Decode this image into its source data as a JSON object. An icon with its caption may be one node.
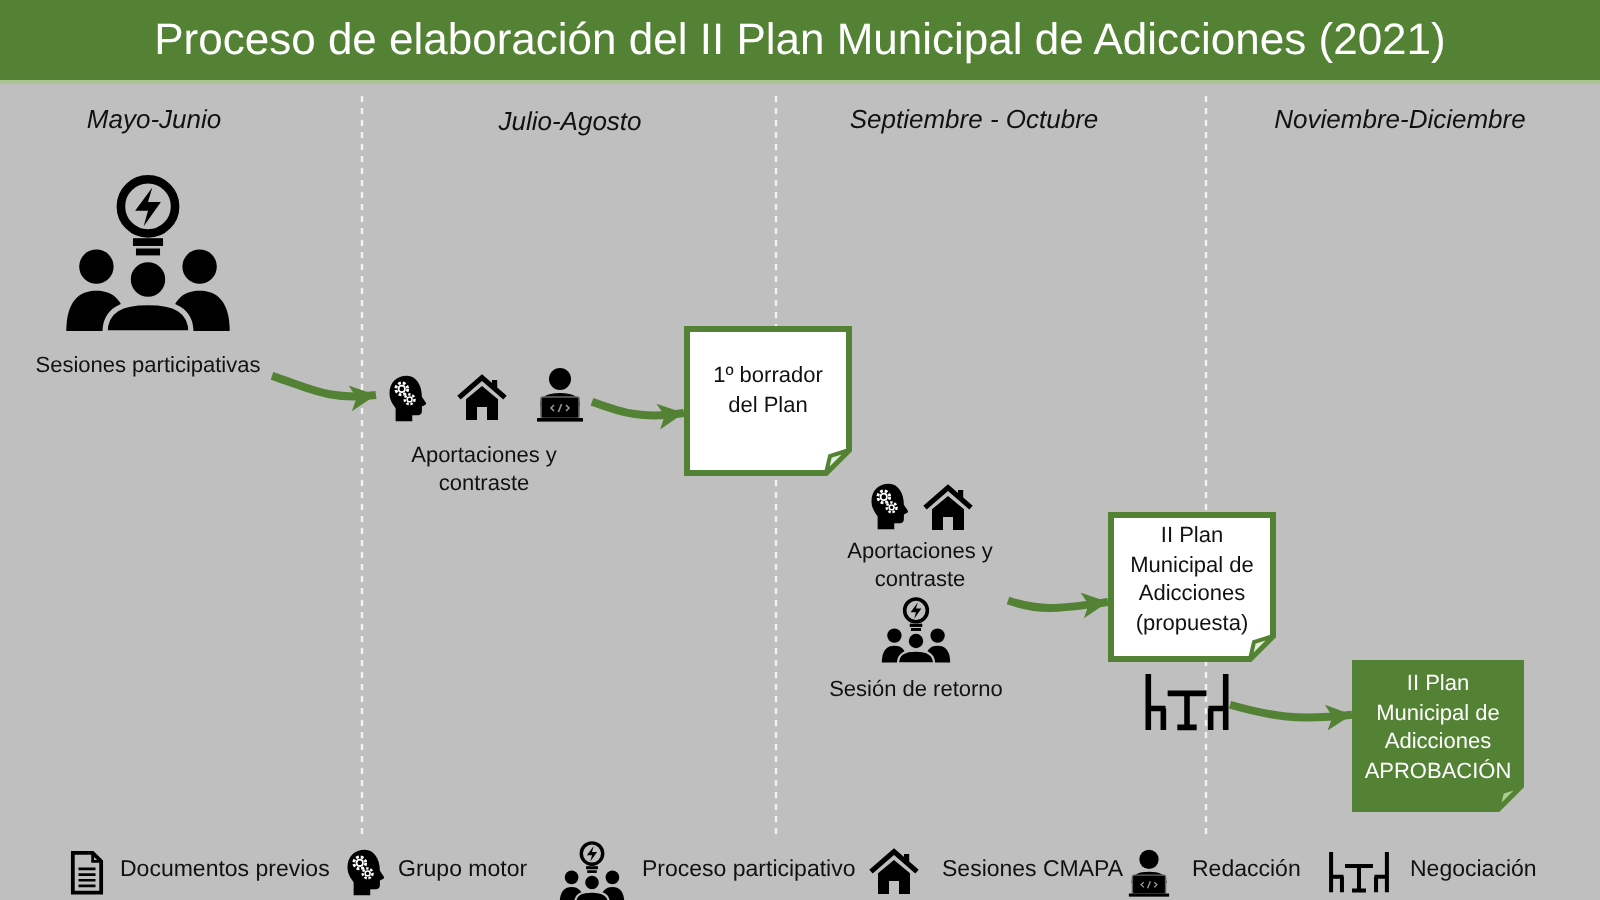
{
  "diagram": {
    "title": "Proceso de elaboración del II Plan Municipal de Adicciones (2021)",
    "nodes": [
      {
        "text": [
          "Sesiones participativas"
        ]
      },
      {
        "text": [
          "Aportaciones y contraste"
        ]
      },
      {
        "text": [
          "1º borrador del Plan"
        ]
      },
      {
        "text": [
          "Aportaciones y contraste"
        ]
      },
      {
        "text": [
          "Sesión de retorno"
        ]
      },
      {
        "text": [
          "II Plan Municipal de Adicciones (propuesta)"
        ]
      },
      {
        "text": [],
        "shape": "picture"
      },
      {
        "text": [
          "II Plan Municipal de Adicciones APROBACIÓN"
        ]
      }
    ],
    "edges": [
      {
        "from": 0,
        "to": 1,
        "arrow": "to"
      },
      {
        "from": 1,
        "to": 2,
        "arrow": "to"
      },
      {
        "from": 4,
        "to": 5,
        "arrow": "to"
      },
      {
        "from": 6,
        "to": 7,
        "arrow": "to"
      }
    ],
    "labels": [
      "Mayo-Junio",
      "Julio-Agosto",
      "Septiembre - Octubre",
      "Noviembre-Diciembre"
    ],
    "legend": [
      {
        "text": "Documentos previos"
      },
      {
        "text": "Grupo motor"
      },
      {
        "text": "Proceso participativo"
      },
      {
        "text": "Sesiones CMAPA"
      },
      {
        "text": "Redacción"
      },
      {
        "text": "Negociación"
      }
    ]
  }
}
